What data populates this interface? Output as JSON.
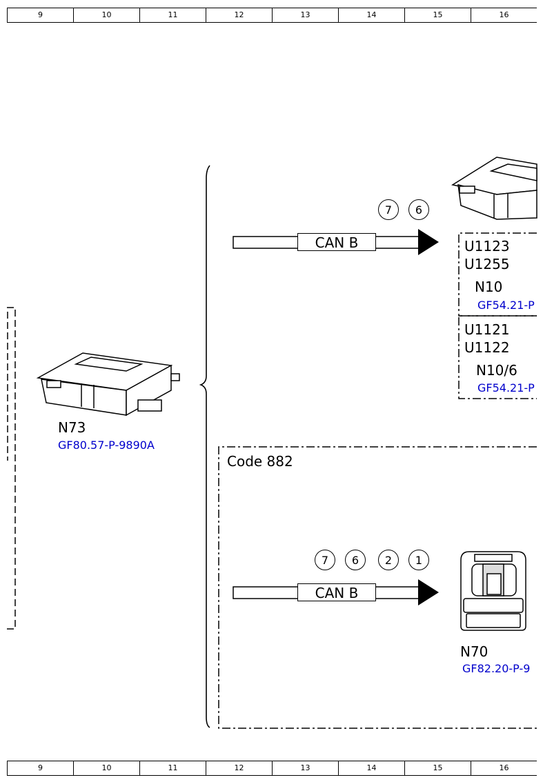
{
  "ruler": {
    "cells": [
      "9",
      "10",
      "11",
      "12",
      "13",
      "14",
      "15",
      "16"
    ]
  },
  "left_module": {
    "name": "N73",
    "ref": "GF80.57-P-9890A"
  },
  "top_link": {
    "bus_label": "CAN B",
    "circled": [
      "7",
      "6"
    ],
    "codes_a": [
      "U1123",
      "U1255"
    ],
    "module_a": "N10",
    "ref_a": "GF54.21-P",
    "codes_b": [
      "U1121",
      "U1122"
    ],
    "module_b": "N10/6",
    "ref_b": "GF54.21-P"
  },
  "bottom_link": {
    "option_label": "Code 882",
    "bus_label": "CAN B",
    "circled": [
      "7",
      "6",
      "2",
      "1"
    ],
    "module": "N70",
    "ref": "GF82.20-P-9"
  }
}
